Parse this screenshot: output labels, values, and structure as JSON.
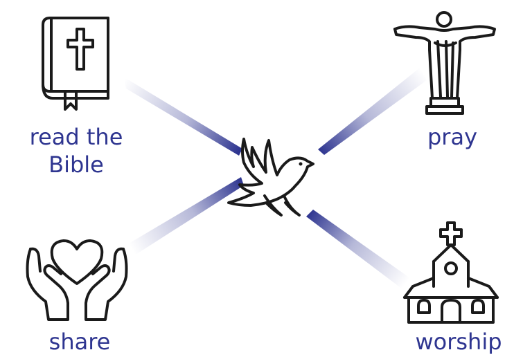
{
  "center": {
    "icon": "dove-icon"
  },
  "items": [
    {
      "key": "bible",
      "label_lines": [
        "read the",
        "Bible"
      ],
      "icon": "bible-icon"
    },
    {
      "key": "pray",
      "label_lines": [
        "pray"
      ],
      "icon": "christ-statue-icon"
    },
    {
      "key": "share",
      "label_lines": [
        "share"
      ],
      "icon": "heart-hands-icon"
    },
    {
      "key": "worship",
      "label_lines": [
        "worship"
      ],
      "icon": "church-icon"
    }
  ],
  "colors": {
    "label": "#2e3590",
    "ray": "#2e3590",
    "ink": "#1a1a1a"
  }
}
